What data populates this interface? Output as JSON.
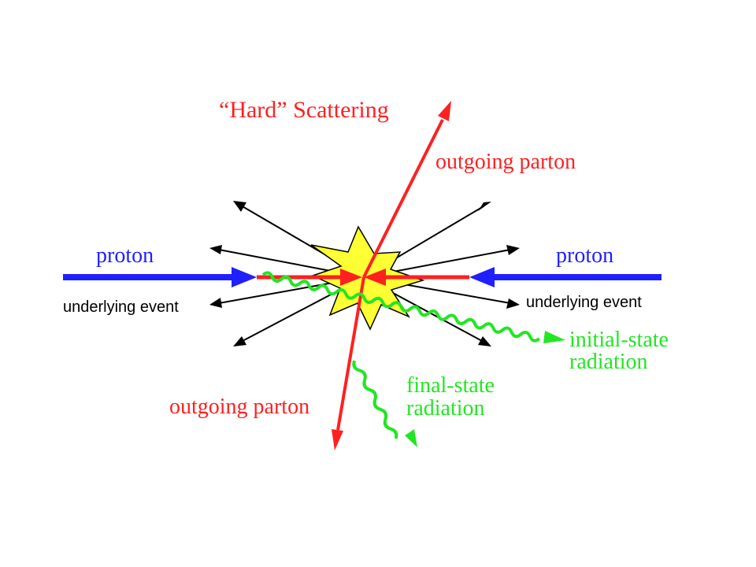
{
  "colors": {
    "red": "#ff2020",
    "blue": "#1f1fff",
    "green": "#22e622",
    "yellow": "#ffff33",
    "black": "#000000",
    "background": "#ffffff"
  },
  "labels": {
    "title": "“Hard” Scattering",
    "outgoing_parton_top": "outgoing parton",
    "outgoing_parton_bottom": "outgoing parton",
    "proton_left": "proton",
    "proton_right": "proton",
    "underlying_event_left": "underlying event",
    "underlying_event_right": "underlying event",
    "isr_line1": "initial-state",
    "isr_line2": "radiation",
    "fsr_line1": "final-state",
    "fsr_line2": "radiation"
  }
}
